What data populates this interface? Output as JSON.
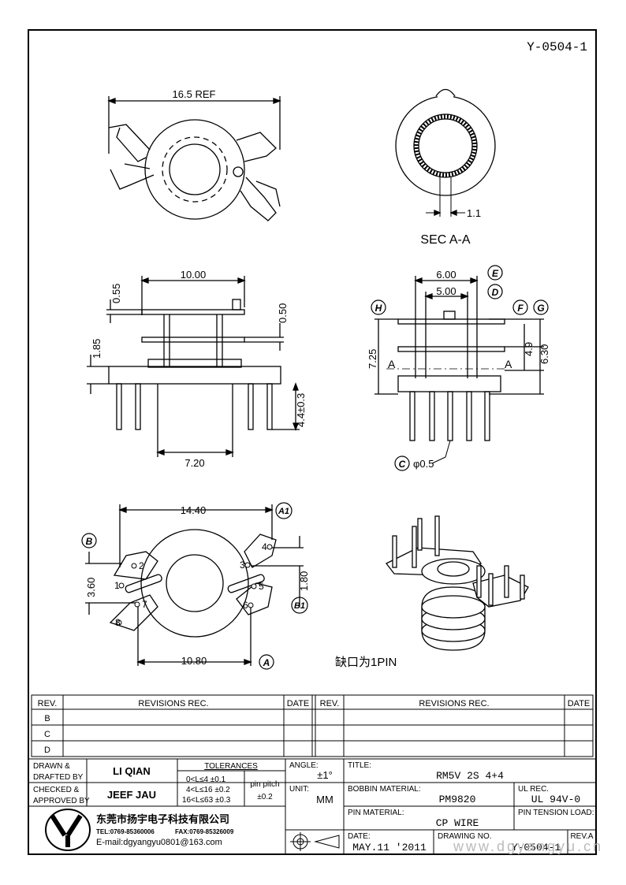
{
  "drawing": {
    "code": "Y-0504-1",
    "section_label": "SEC A-A",
    "notch_note": "缺口为1PIN",
    "watermark": "www.dgyangyu.cn"
  },
  "dimensions": {
    "top_width": "16.5 REF",
    "sec_wall": "1.1",
    "front_width": "10.00",
    "front_flange_top": "0.55",
    "front_flange_thk": "0.50",
    "front_base_thk": "1.85",
    "front_pin_len": "4.4±0.3",
    "front_pin_span": "7.20",
    "side_width": "6.00",
    "side_inner": "5.00",
    "side_height_left": "7.25",
    "side_height_inner": "4.9",
    "side_height_right": "6.30",
    "pin_dia": "φ0.5",
    "bottom_width": "14.40",
    "bottom_pin_span": "10.80",
    "bottom_left_pitch": "3.60",
    "bottom_right_pitch": "1.80",
    "section_cut_left": "A",
    "section_cut_right": "A"
  },
  "markers": {
    "A": "A",
    "A1": "A1",
    "B": "B",
    "B1": "B1",
    "C": "C",
    "D": "D",
    "E": "E",
    "F": "F",
    "G": "G",
    "H": "H"
  },
  "pins": [
    "1",
    "2",
    "3",
    "4",
    "5",
    "6",
    "7",
    "8"
  ],
  "revisions": {
    "headers": [
      "REV.",
      "REVISIONS   REC.",
      "DATE"
    ],
    "rows_left": [
      "B",
      "C",
      "D"
    ]
  },
  "title_block": {
    "drawn_by_label": "DRAWN &\nDRAFTED BY",
    "drawn_by": "LI QIAN",
    "checked_by_label": "CHECKED &\nAPPROVED BY",
    "checked_by": "JEEF JAU",
    "tolerances_label": "TOLERANCES",
    "tol_1": "0<L≤4   ±0.1",
    "tol_2": "4<L≤16  ±0.2",
    "tol_3": "16<L≤63  ±0.3",
    "pin_pitch_label": "pin pitch",
    "pin_pitch_value": "±0.2",
    "angle_label": "ANGLE:",
    "angle_value": "±1°",
    "unit_label": "UNIT:",
    "unit_value": "MM",
    "title_label": "TITLE:",
    "title_value": "RM5V  2S  4+4",
    "bobbin_label": "BOBBIN MATERIAL:",
    "bobbin_value": "PM9820",
    "ul_label": "UL REC.",
    "ul_value": "UL  94V-0",
    "pin_material_label": "PIN MATERIAL:",
    "pin_material_value": "CP  WIRE",
    "pin_tension_label": "PIN TENSION LOAD:",
    "date_label": "DATE:",
    "date_value": "MAY.11  '2011",
    "drawing_no_label": "DRAWING NO.",
    "drawing_no_value": "Y-0504-1",
    "rev_label": "REV.A",
    "company_cn": "东莞市扬宇电子科技有限公司",
    "tel": "TEL:0769-85360006",
    "fax": "FAX:0769-85326009",
    "email": "E-mail:dgyangyu0801@163.com"
  }
}
